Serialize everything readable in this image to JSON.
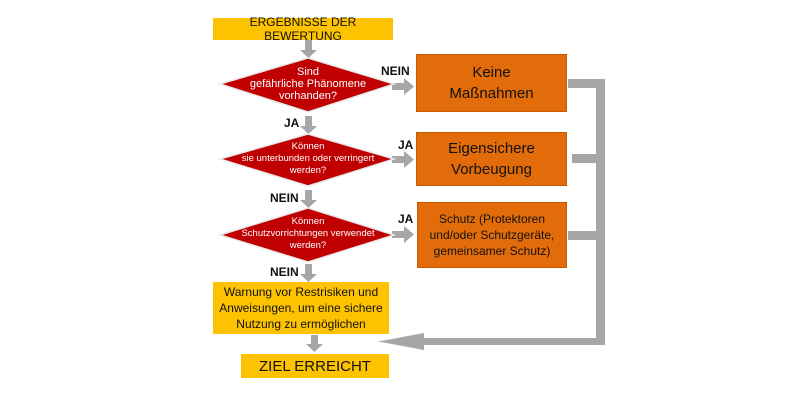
{
  "start_box": "ERGEBNISSE DER BEWERTUNG",
  "decisions": [
    {
      "lines": [
        "Sind",
        "gefährliche Phänomene",
        "vorhanden?"
      ]
    },
    {
      "lines": [
        "Können",
        "sie unterbunden oder verringert",
        "werden?"
      ]
    },
    {
      "lines": [
        "Können",
        "Schutzvorrichtungen verwendet",
        "werden?"
      ]
    }
  ],
  "edge_labels": {
    "d1_right": "NEIN",
    "d1_down": "JA",
    "d2_right": "JA",
    "d2_down": "NEIN",
    "d3_right": "JA",
    "d3_down": "NEIN"
  },
  "outcomes": [
    {
      "lines": [
        "Keine",
        "Maßnahmen"
      ]
    },
    {
      "lines": [
        "Eigensichere",
        "Vorbeugung"
      ]
    },
    {
      "lines": [
        "Schutz (Protektoren",
        "und/oder Schutzgeräte,",
        "gemeinsamer Schutz)"
      ]
    }
  ],
  "warning_box": {
    "lines": [
      "Warnung vor Restrisiken und",
      "Anweisungen, um eine sichere",
      "Nutzung zu ermöglichen"
    ]
  },
  "end_box": "ZIEL ERREICHT",
  "colors": {
    "yellow": "#FDC300",
    "orange": "#E36C0A",
    "diamond": "#C00000",
    "arrow": "#A6A6A6"
  }
}
